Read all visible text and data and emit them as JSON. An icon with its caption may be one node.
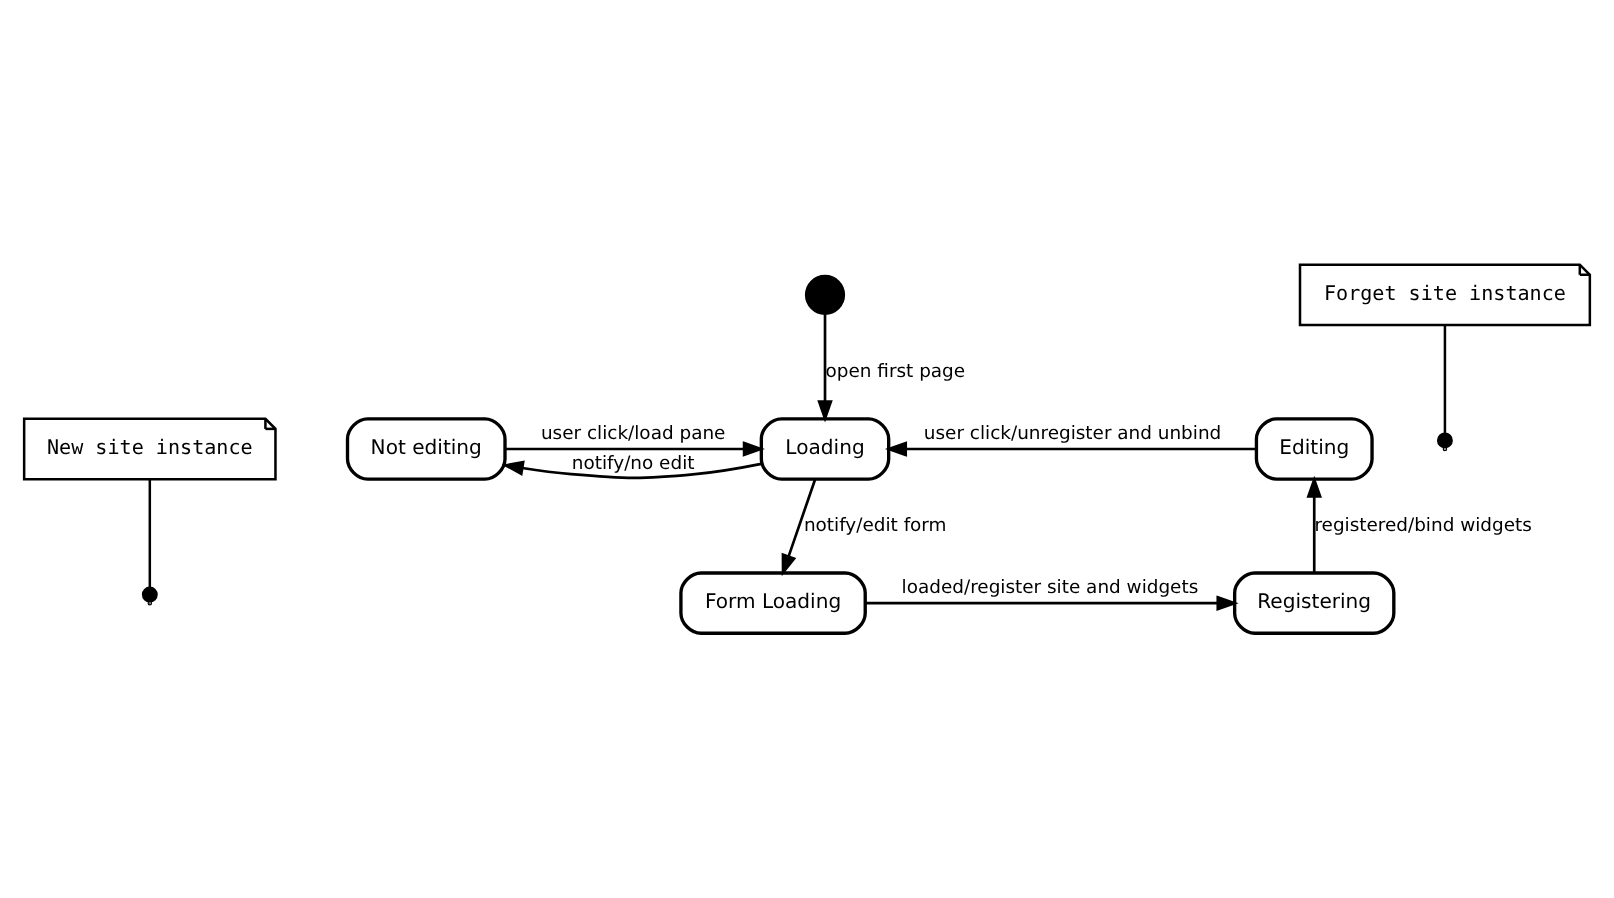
{
  "diagram": {
    "nodes": [
      {
        "text": [],
        "shape": "circle"
      },
      {
        "text": [
          "Not editing"
        ]
      },
      {
        "text": [
          "Loading"
        ]
      },
      {
        "text": [
          "Editing"
        ]
      },
      {
        "text": [
          "Form Loading"
        ]
      },
      {
        "text": [
          "Registering"
        ]
      },
      {
        "text": [
          "Forget site instance"
        ]
      },
      {
        "text": [
          "New site instance"
        ]
      }
    ],
    "edges": [
      {
        "from": 0,
        "to": 2,
        "arrow": "to",
        "label": "open first page"
      },
      {
        "from": 1,
        "to": 2,
        "arrow": "to",
        "label": "user click/load pane"
      },
      {
        "from": 3,
        "to": 2,
        "arrow": "to",
        "label": "user click/unregister and unbind"
      },
      {
        "from": 2,
        "to": 1,
        "arrow": "to",
        "label": "notify/no edit"
      },
      {
        "from": 2,
        "to": 4,
        "arrow": "to",
        "label": "notify/edit form"
      },
      {
        "from": 4,
        "to": 5,
        "arrow": "to",
        "label": "loaded/register site and widgets"
      },
      {
        "from": 5,
        "to": 3,
        "arrow": "to",
        "label": "registered/bind widgets"
      },
      {
        "from": 6,
        "to": null,
        "arrow": "other"
      },
      {
        "from": 7,
        "to": null,
        "arrow": "other"
      }
    ]
  }
}
